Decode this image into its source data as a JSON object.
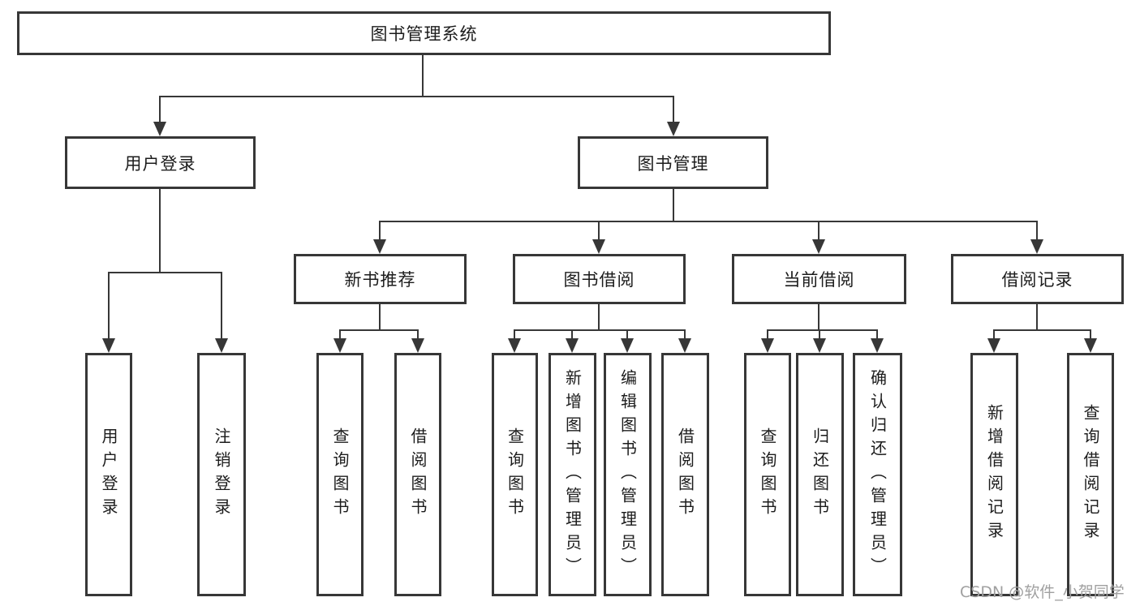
{
  "nodes": {
    "root": "图书管理系统",
    "user_login": "用户登录",
    "book_management": "图书管理",
    "new_book_recommend": "新书推荐",
    "book_borrow": "图书借阅",
    "current_borrow": "当前借阅",
    "borrow_records": "借阅记录",
    "leaf_user_login": "用户登录",
    "leaf_logout_login": "注销登录",
    "rec_query_books": "查询图书",
    "rec_borrow_books": "借阅图书",
    "borrow_query_books": "查询图书",
    "borrow_add_books": "新增图书（管理员）",
    "borrow_edit_books": "编辑图书（管理员）",
    "borrow_borrow_books": "借阅图书",
    "current_query_books": "查询图书",
    "current_return_books": "归还图书",
    "current_confirm_return": "确认归还（管理员）",
    "records_add_record": "新增借阅记录",
    "records_query_record": "查询借阅记录"
  },
  "watermark": "CSDN @软件_小贺同学",
  "colors": {
    "line": "#373737",
    "text": "#1c1c1c",
    "watermark": "#a0a0a0",
    "background": "#ffffff"
  }
}
